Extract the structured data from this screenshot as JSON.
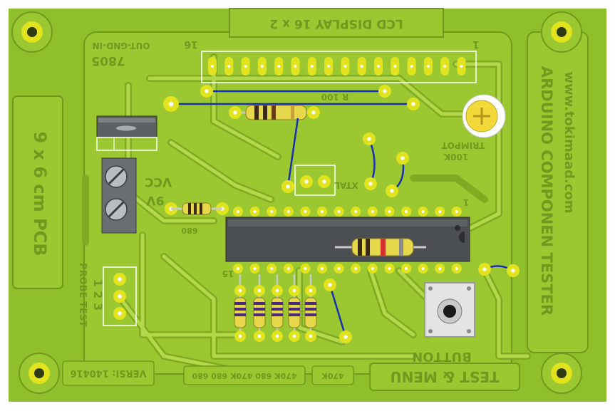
{
  "board": {
    "base_color": "#8fbf2a",
    "trace_color": "#9bc830",
    "trace_edge": "#6f9a1e",
    "silk_color": "#6f9a1e",
    "pad_color": "#e0e31d",
    "hole_color": "#2f3a10",
    "jumper_color": "#1a2fb0"
  },
  "labels": {
    "lcd_display": "LCD DISPLAY 16 x 2",
    "pin16": "16",
    "pin1_lcd": "1",
    "regulator_pins": "OUT-GND-IN",
    "regulator": "7805",
    "size": "9 x 6 cm PCB",
    "r100": "R 100",
    "trimpot": "TRIMPOT",
    "trimpot_value": "100K",
    "vcc": "VCC",
    "vcc_voltage": "9V",
    "xtal": "XTAL",
    "r680": "680",
    "ic_pin1": "1",
    "ic_pin15": "15",
    "probe_test": "PROBE TEST",
    "probe_numbers": "1 2 3",
    "arduino_tester": "ARDUINO COMPONEN TESTER",
    "website": "www.tokimaad.com",
    "button": "BUTTON",
    "test_menu": "TEST & MENU",
    "version": "VERSI: 140416",
    "resistor_values": "470K 680 470K 680 680",
    "r470k": "470K"
  }
}
